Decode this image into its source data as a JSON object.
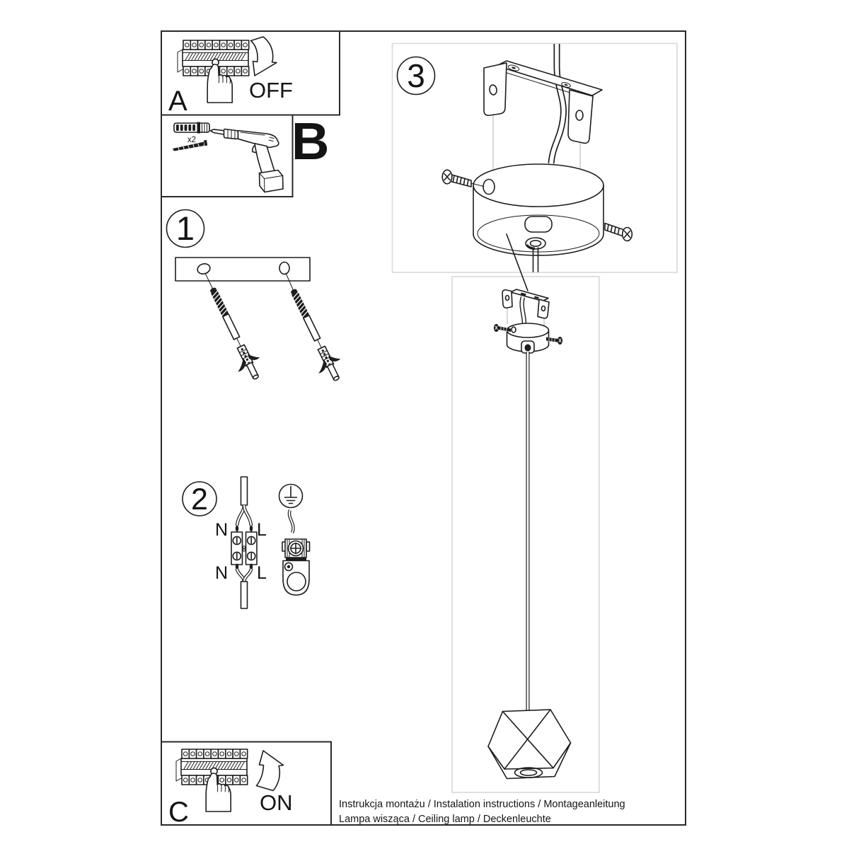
{
  "sheet": {
    "panels": {
      "a": {
        "label": "A",
        "action_label": "OFF",
        "icon": "circuit-breaker-hand-press",
        "arrow_icon": "curved-arrow-down"
      },
      "b": {
        "label": "B",
        "dowel_quantity": "x2",
        "icons": [
          "wall-plug",
          "screw",
          "power-drill"
        ]
      },
      "step1": {
        "number": "1",
        "icons": [
          "mounting-strip-with-holes",
          "expansion-anchor-screw"
        ]
      },
      "step2": {
        "number": "2",
        "terminal_labels": {
          "top_left": "N",
          "top_right": "L",
          "bottom_left": "N",
          "bottom_right": "L"
        },
        "icons": [
          "terminal-block-with-wires",
          "earth-ground-symbol",
          "earth-clamp-terminal"
        ]
      },
      "step3": {
        "number": "3",
        "icons": [
          "ceiling-bracket",
          "canopy-cylinder",
          "countersunk-screws"
        ]
      },
      "assembly": {
        "icons": [
          "bracket",
          "canopy",
          "suspension-cable",
          "faceted-lampshade"
        ]
      },
      "c": {
        "label": "C",
        "action_label": "ON",
        "icon": "circuit-breaker-hand-press",
        "arrow_icon": "curved-arrow-up"
      }
    },
    "footer": {
      "line1": "Instrukcja montażu / Instalation instructions / Montageanleitung",
      "line2": "Lampa wisząca / Ceiling lamp / Deckenleuchte"
    },
    "colors": {
      "background": "#ffffff",
      "line": "#1d1d1d",
      "panel_border": "#2a2a2a",
      "light_panel_border": "#d9d9d9",
      "text": "#111111"
    }
  }
}
